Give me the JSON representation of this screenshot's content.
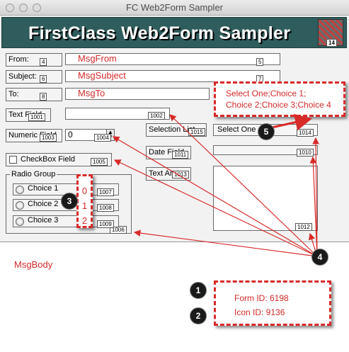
{
  "window": {
    "title": "FC Web2Form Sampler"
  },
  "banner": {
    "title": "FirstClass Web2Form Sampler",
    "icon_tag": "14"
  },
  "form": {
    "from": {
      "label": "From:",
      "tag": "4",
      "value": "MsgFrom",
      "field_tag": "5"
    },
    "subject": {
      "label": "Subject:",
      "tag": "6",
      "value": "MsgSubject",
      "field_tag": "7"
    },
    "to": {
      "label": "To:",
      "tag": "8",
      "value": "MsgTo"
    },
    "text_field": {
      "label": "Text Field",
      "tag": "1001",
      "field_tag": "1002"
    },
    "numeric_field": {
      "label": "Numeric Field",
      "tag": "1003",
      "value": "0",
      "field_tag": "1004"
    },
    "checkbox": {
      "label": "CheckBox Field",
      "tag": "1005"
    },
    "selection_list": {
      "label": "Selection List",
      "tag": "1015",
      "value": "Select One",
      "field_tag": "1014"
    },
    "date_field": {
      "label": "Date Field",
      "tag": "1011",
      "field_tag": "1010"
    },
    "text_area": {
      "label": "Text Area",
      "tag": "1013",
      "field_tag": "1012"
    },
    "radio_group": {
      "label": "Radio Group",
      "tag": "1006",
      "options": [
        {
          "label": "Choice 1",
          "tag": "1007"
        },
        {
          "label": "Choice 2",
          "tag": "1008"
        },
        {
          "label": "Choice 3",
          "tag": "1009"
        }
      ]
    }
  },
  "body": {
    "value": "MsgBody"
  },
  "callouts": {
    "selection_values": {
      "line1": "Select One;Choice 1;",
      "line2": "Choice 2;Choice 3;Choice 4"
    },
    "radio_values": [
      "0",
      "1",
      "2"
    ],
    "form_ids": {
      "form_id": "Form ID: 6198",
      "icon_id": "Icon ID: 9136"
    }
  },
  "badges": {
    "b1": "1",
    "b2": "2",
    "b3": "3",
    "b4": "4",
    "b5": "5"
  },
  "colors": {
    "callout": "#d92a2a",
    "banner": "#2f5c5c",
    "badge": "#1a1a1a"
  }
}
